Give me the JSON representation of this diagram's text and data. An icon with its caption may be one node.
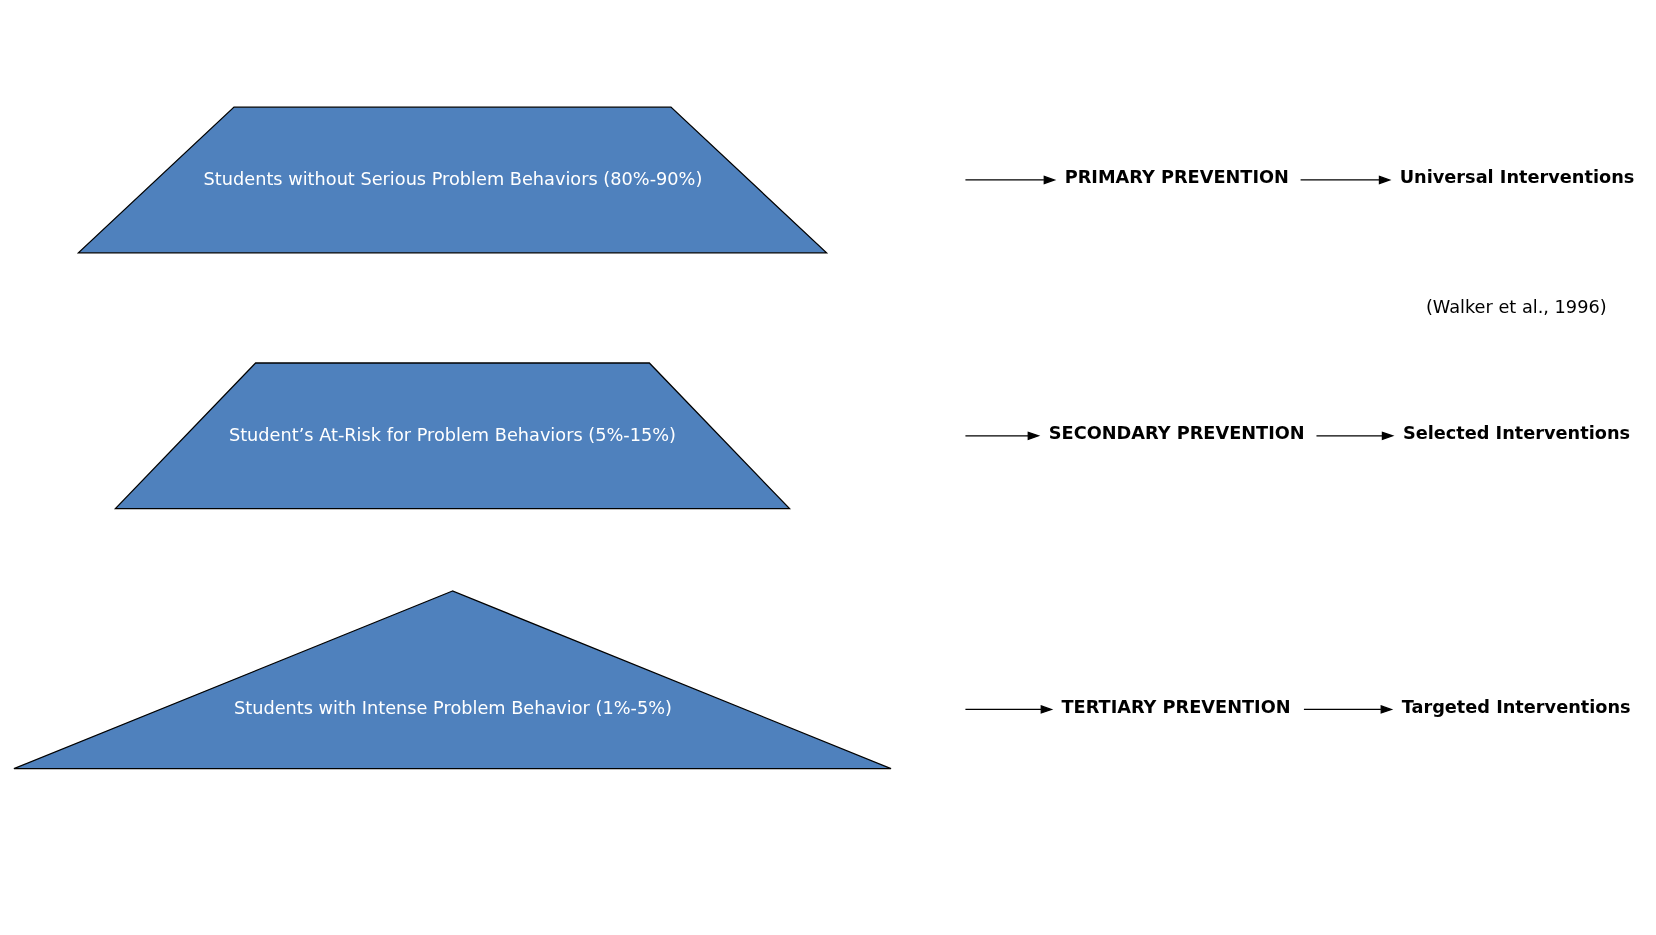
{
  "diagram": {
    "nodes": [
      {
        "text": [
          "Students with Intense Problem Behavior (1%-5%)"
        ]
      },
      {
        "text": [
          "Student’s At-Risk for Problem Behaviors (5%-15%)"
        ]
      },
      {
        "text": [
          "Students without Serious Problem Behaviors (80%-90%)"
        ]
      },
      {
        "text": [
          "TERTIARY PREVENTION"
        ]
      },
      {
        "text": [
          "Targeted Interventions"
        ]
      },
      {
        "text": [
          "SECONDARY PREVENTION"
        ]
      },
      {
        "text": [
          "Selected Interventions"
        ]
      },
      {
        "text": [
          "PRIMARY PREVENTION"
        ]
      },
      {
        "text": [
          "Universal Interventions"
        ]
      }
    ],
    "edges": [
      {
        "from": null,
        "to": 3,
        "arrow": "to"
      },
      {
        "from": 3,
        "to": 4,
        "arrow": "to"
      },
      {
        "from": null,
        "to": 5,
        "arrow": "to"
      },
      {
        "from": 5,
        "to": 6,
        "arrow": "to"
      },
      {
        "from": null,
        "to": 7,
        "arrow": "to"
      },
      {
        "from": 7,
        "to": 8,
        "arrow": "to"
      }
    ],
    "labels": [
      "(Walker et al., 1996)"
    ]
  }
}
